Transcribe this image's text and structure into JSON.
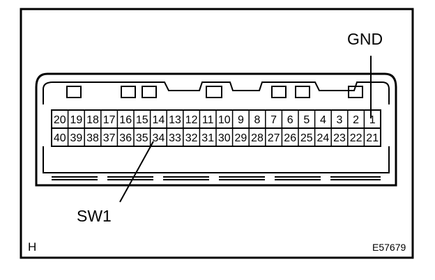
{
  "pins": {
    "top_row": [
      "20",
      "19",
      "18",
      "17",
      "16",
      "15",
      "14",
      "13",
      "12",
      "11",
      "10",
      "9",
      "8",
      "7",
      "6",
      "5",
      "4",
      "3",
      "2",
      "1"
    ],
    "bottom_row": [
      "40",
      "39",
      "38",
      "37",
      "36",
      "35",
      "34",
      "33",
      "32",
      "31",
      "30",
      "29",
      "28",
      "27",
      "26",
      "25",
      "24",
      "23",
      "22",
      "21"
    ]
  },
  "callouts": {
    "gnd": "GND",
    "sw1": "SW1"
  },
  "corner_label": "H",
  "figure_code": "E57679"
}
